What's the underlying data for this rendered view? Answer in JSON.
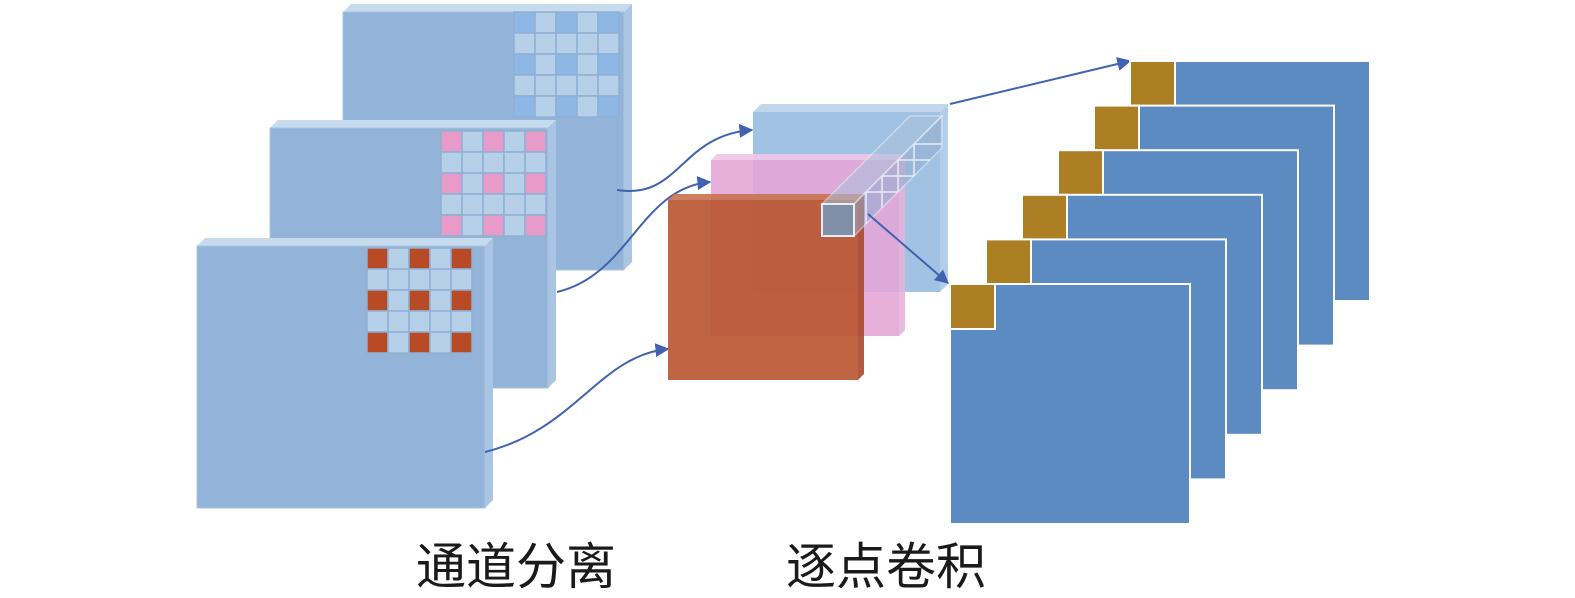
{
  "labels": {
    "depthwise": "通道分离",
    "pointwise": "逐点卷积"
  },
  "colors": {
    "map_face": "#93b4d8",
    "map_top": "#c7dbee",
    "map_side": "#aac5e3",
    "grid_light": "#b6d0ea",
    "grid_line": "#8fb0d3",
    "kernel_a": "#8fb7e6",
    "kernel_b": "#e89bc8",
    "kernel_c": "#b84a26",
    "stack_back": "#9cbfe0",
    "stack_pink": "#e4a5d6",
    "stack_front": "#b9542f",
    "pixel_column": "#7f8fa8",
    "output_face": "#5b8bc1",
    "output_patch": "#ad7f24",
    "arrow": "#3f63b0"
  },
  "input_channel_count": 3,
  "output_channel_count": 6
}
